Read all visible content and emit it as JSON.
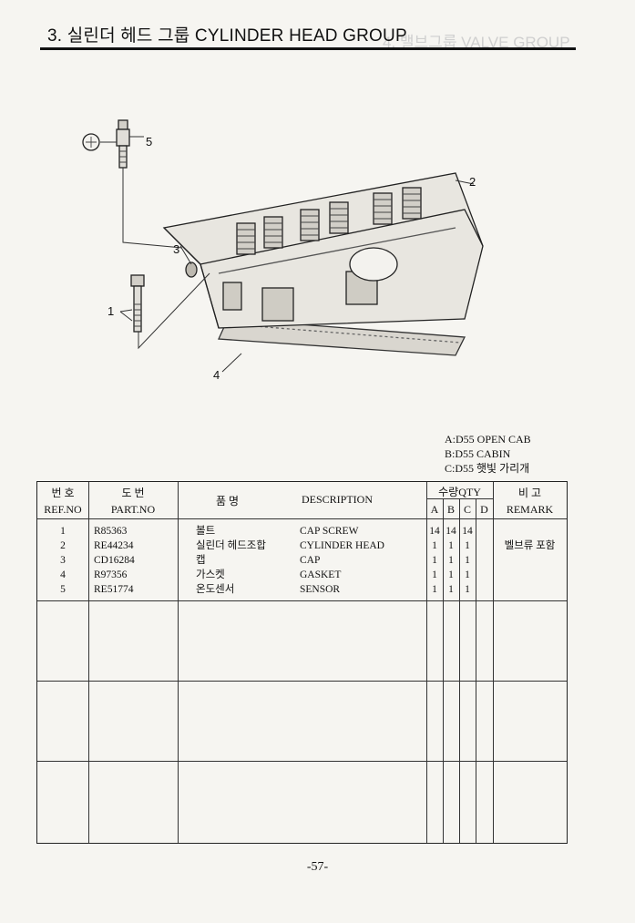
{
  "header": {
    "title": "3. 실린더 헤드 그룹 CYLINDER HEAD GROUP",
    "ghost_title": "4. 밸브그룹 VALVE GROUP"
  },
  "diagram": {
    "callouts": [
      "1",
      "2",
      "3",
      "4",
      "5"
    ]
  },
  "legend": [
    "A:D55 OPEN CAB",
    "B:D55 CABIN",
    "C:D55 햇빛 가리개"
  ],
  "table": {
    "headers": {
      "ref_ko": "번 호",
      "ref_en": "REF.NO",
      "part_ko": "도 번",
      "part_en": "PART.NO",
      "name_ko": "품 명",
      "description": "DESCRIPTION",
      "qty_ko": "수량",
      "qty_en": "QTY",
      "qty_a": "A",
      "qty_b": "B",
      "qty_c": "C",
      "qty_d": "D",
      "remark_ko": "비 고",
      "remark_en": "REMARK"
    },
    "rows": [
      {
        "ref": "1",
        "part": "R85363",
        "name_ko": "볼트",
        "desc": "CAP SCREW",
        "a": "14",
        "b": "14",
        "c": "14",
        "d": "",
        "remark": ""
      },
      {
        "ref": "2",
        "part": "RE44234",
        "name_ko": "실린더 헤드조합",
        "desc": "CYLINDER HEAD",
        "a": "1",
        "b": "1",
        "c": "1",
        "d": "",
        "remark": "벨브류 포함"
      },
      {
        "ref": "3",
        "part": "CD16284",
        "name_ko": "캡",
        "desc": "CAP",
        "a": "1",
        "b": "1",
        "c": "1",
        "d": "",
        "remark": ""
      },
      {
        "ref": "4",
        "part": "R97356",
        "name_ko": "가스켓",
        "desc": "GASKET",
        "a": "1",
        "b": "1",
        "c": "1",
        "d": "",
        "remark": ""
      },
      {
        "ref": "5",
        "part": "RE51774",
        "name_ko": "온도센서",
        "desc": "SENSOR",
        "a": "1",
        "b": "1",
        "c": "1",
        "d": "",
        "remark": ""
      }
    ]
  },
  "footer": {
    "page_number": "-57-"
  }
}
